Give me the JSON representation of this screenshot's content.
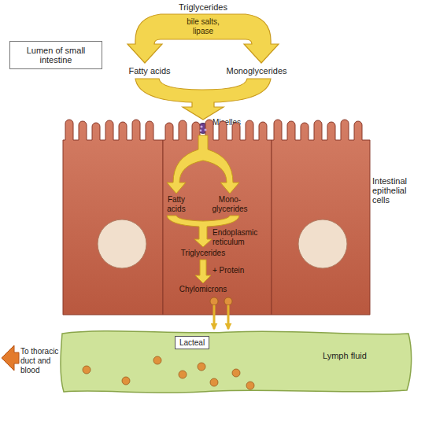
{
  "diagram": {
    "nodes": [
      {
        "text": [
          "Lumen of small intestine"
        ]
      },
      {
        "text": [
          "Micelles"
        ]
      },
      {
        "text": [
          "Intestinal epithelial cells"
        ]
      },
      {
        "text": [
          "Lacteal"
        ]
      },
      {
        "text": [
          "Lymph fluid"
        ]
      }
    ],
    "edges": [
      {
        "from": 2,
        "to": 4,
        "arrow": "to"
      },
      {
        "from": 2,
        "to": 4,
        "arrow": "to"
      }
    ],
    "labels": [
      "Triglycerides",
      "bile salts, lipase",
      "Fatty acids",
      "Monoglycerides",
      "Fatty acids",
      "Mono- glycerides",
      "Endoplasmic reticulum",
      "Triglycerides",
      "+ Protein",
      "Chylomicrons",
      "To thoracic duct and blood"
    ]
  }
}
